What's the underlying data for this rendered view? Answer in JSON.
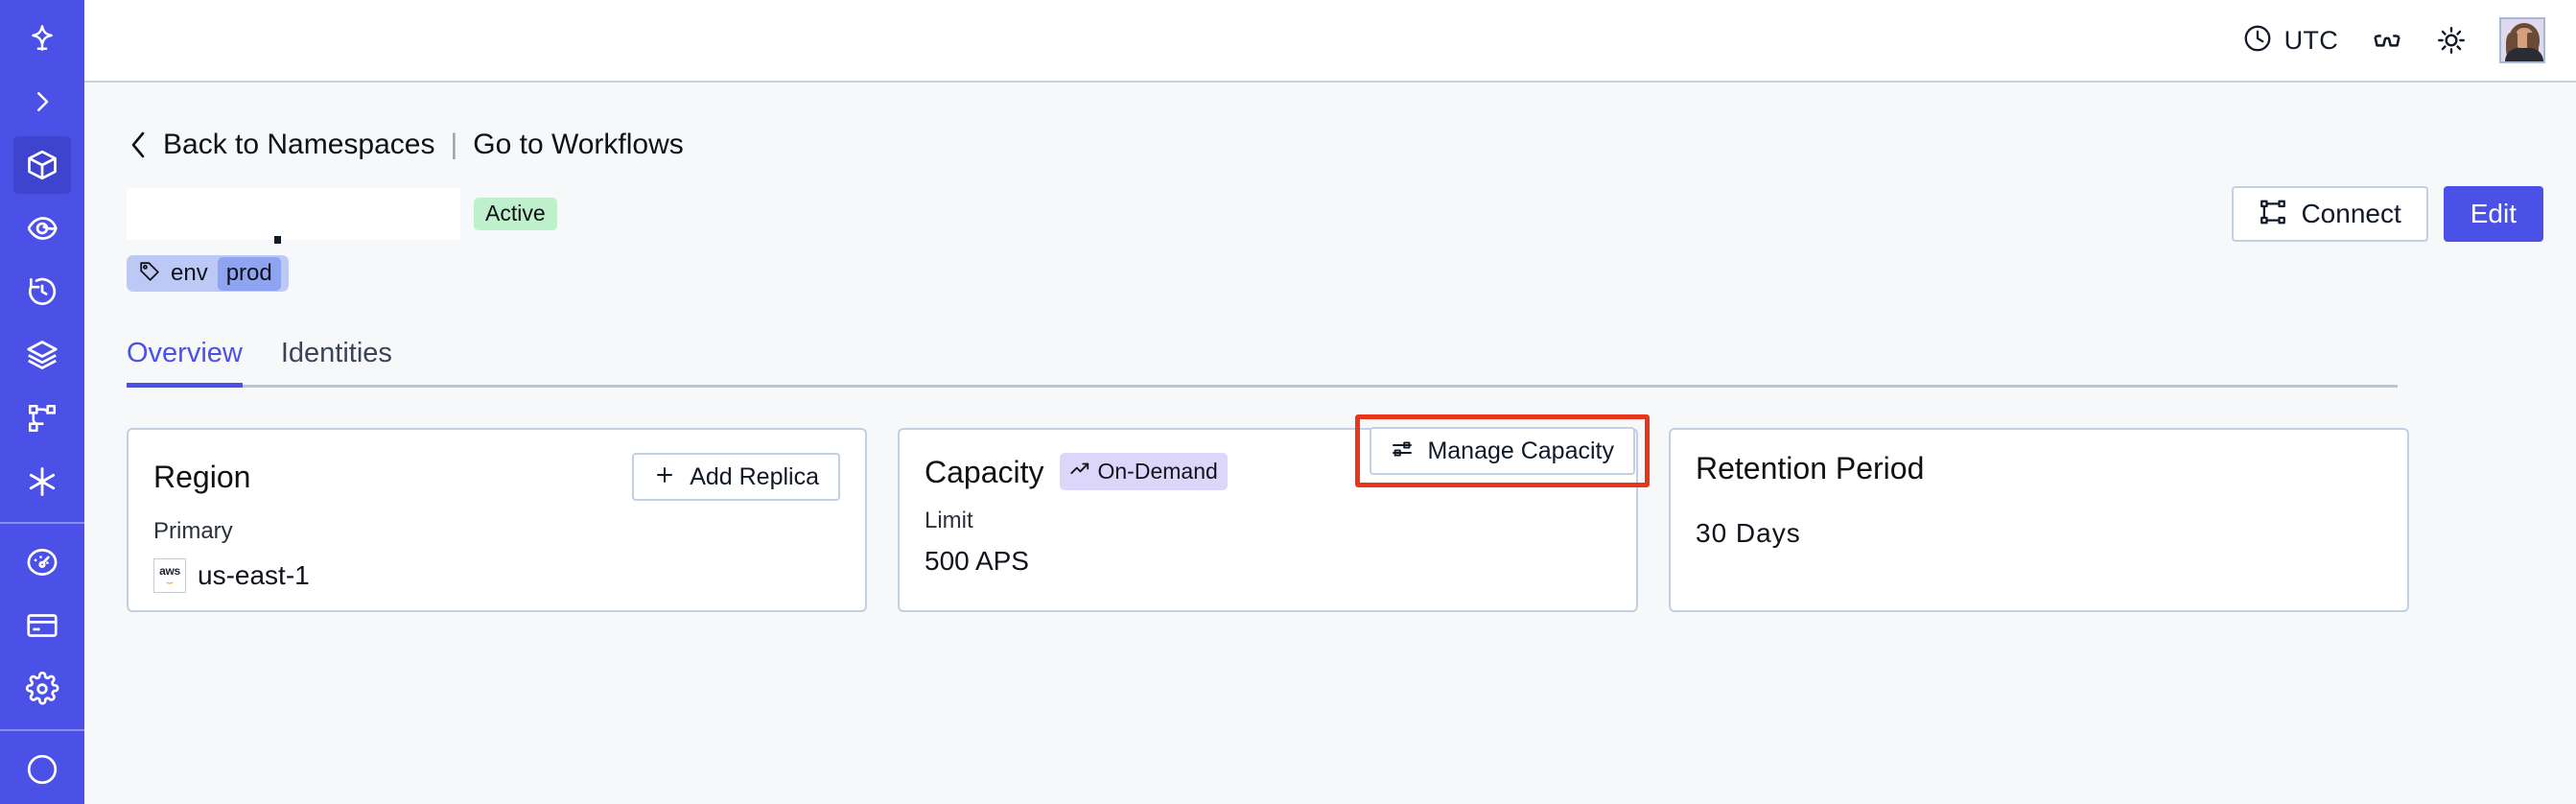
{
  "sidebar": {
    "items": [
      {
        "name": "logo-star-icon",
        "icon": "logo-star",
        "active": false
      },
      {
        "name": "expand-chevron-icon",
        "icon": "chevron-right",
        "active": false
      },
      {
        "name": "namespaces-icon",
        "icon": "cube",
        "active": true
      },
      {
        "name": "observability-icon",
        "icon": "eye",
        "active": false
      },
      {
        "name": "history-icon",
        "icon": "clock-back",
        "active": false
      },
      {
        "name": "layers-icon",
        "icon": "layers",
        "active": false
      },
      {
        "name": "workflows-icon",
        "icon": "git-branch",
        "active": false
      },
      {
        "name": "asterisk-icon",
        "icon": "asterisk",
        "active": false
      },
      {
        "name": "usage-icon",
        "icon": "gauge",
        "active": false
      },
      {
        "name": "billing-icon",
        "icon": "credit-card",
        "active": false
      },
      {
        "name": "settings-icon",
        "icon": "gear",
        "active": false
      }
    ]
  },
  "topbar": {
    "timezone": "UTC",
    "icons": [
      "clock-icon",
      "glasses-icon",
      "sun-icon",
      "avatar"
    ]
  },
  "breadcrumb": {
    "back_label": "Back to Namespaces",
    "separator": "|",
    "forward_label": "Go to Workflows"
  },
  "header": {
    "title": "",
    "status": "Active",
    "connect_label": "Connect",
    "edit_label": "Edit",
    "tag": {
      "key": "env",
      "value": "prod"
    }
  },
  "tabs": [
    {
      "label": "Overview",
      "active": true
    },
    {
      "label": "Identities",
      "active": false
    }
  ],
  "cards": {
    "region": {
      "title": "Region",
      "action_label": "Add Replica",
      "sub_label": "Primary",
      "provider": "aws",
      "value": "us-east-1"
    },
    "capacity": {
      "title": "Capacity",
      "badge": "On-Demand",
      "action_label": "Manage Capacity",
      "sub_label": "Limit",
      "value": "500 APS",
      "highlighted": true
    },
    "retention": {
      "title": "Retention Period",
      "value": "30 Days"
    }
  },
  "colors": {
    "brand": "#4B50E6",
    "sidebar": "#4B50E6",
    "active_badge": "#bdf0cb",
    "ondemand_badge": "#ddd6fb",
    "tag_chip": "#bcc9f5",
    "highlight": "#e8361c",
    "page_bg": "#f7f8fa",
    "card_border": "#c3cfe3"
  }
}
